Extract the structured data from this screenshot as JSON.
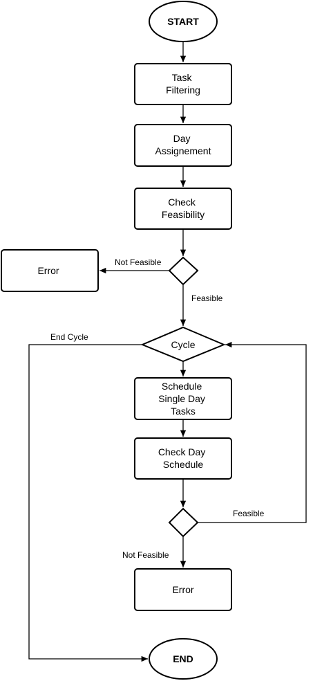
{
  "nodes": {
    "start": {
      "label": "START"
    },
    "task_filtering": {
      "lines": [
        "Task",
        "Filtering"
      ]
    },
    "day_assignement": {
      "lines": [
        "Day",
        "Assignement"
      ]
    },
    "check_feasibility": {
      "lines": [
        "Check",
        "Feasibility"
      ]
    },
    "error_top": {
      "label": "Error"
    },
    "cycle": {
      "label": "Cycle"
    },
    "schedule_single_day": {
      "lines": [
        "Schedule",
        "Single Day",
        "Tasks"
      ]
    },
    "check_day_schedule": {
      "lines": [
        "Check Day",
        "Schedule"
      ]
    },
    "error_bottom": {
      "label": "Error"
    },
    "end": {
      "label": "END"
    }
  },
  "edge_labels": {
    "not_feasible_top": "Not Feasible",
    "feasible_top": "Feasible",
    "end_cycle": "End Cycle",
    "feasible_bottom": "Feasible",
    "not_feasible_bottom": "Not Feasible"
  },
  "colors": {
    "stroke": "#000000",
    "fill": "#ffffff"
  }
}
